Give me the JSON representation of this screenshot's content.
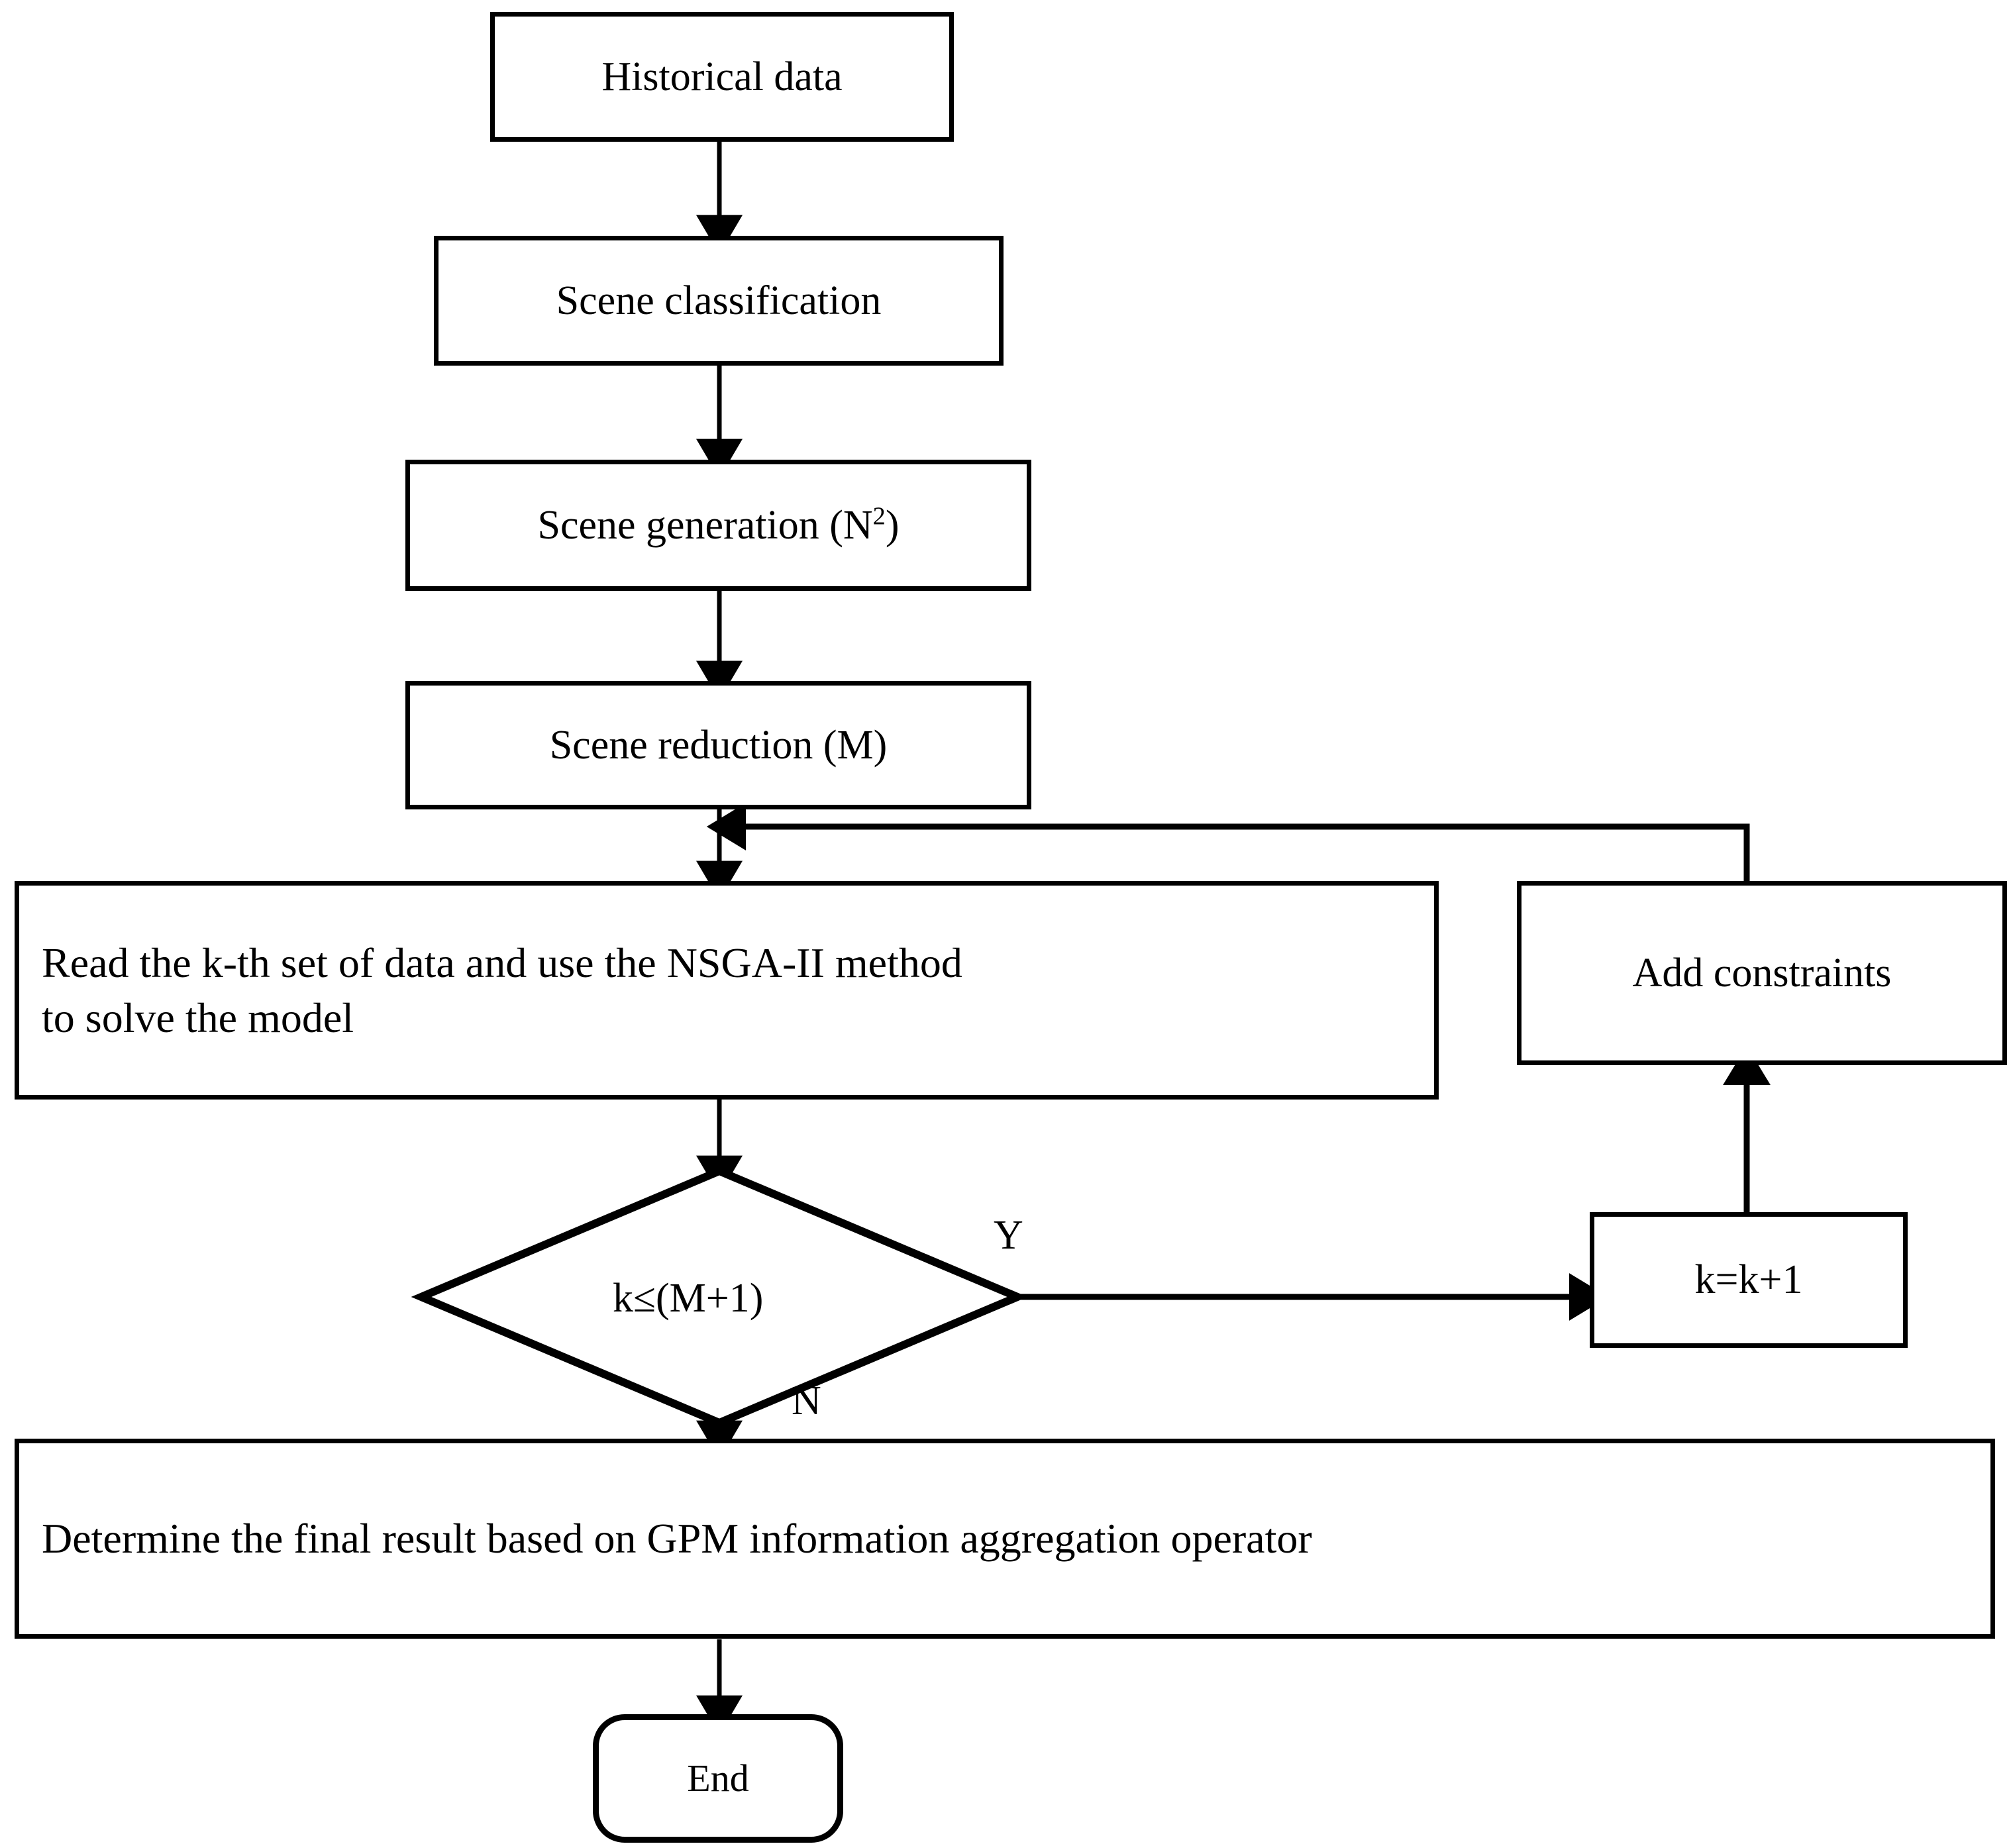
{
  "diagram": {
    "type": "flowchart",
    "title": "Scenario-based NSGA-II optimization flowchart",
    "background_color": "#ffffff",
    "line_color": "#000000",
    "text_color": "#000000"
  },
  "nodes": {
    "historical_data": {
      "label": "Historical data",
      "shape": "rectangle"
    },
    "scene_classification": {
      "label": "Scene classification",
      "shape": "rectangle"
    },
    "scene_generation": {
      "label_prefix": "Scene generation (N",
      "label_sup": "2",
      "label_suffix": ")",
      "shape": "rectangle"
    },
    "scene_reduction": {
      "label": "Scene reduction (M)",
      "shape": "rectangle"
    },
    "read_solve": {
      "label": "Read the k-th set of data and use the NSGA-II method\nto solve the model",
      "shape": "rectangle"
    },
    "add_constraints": {
      "label": "Add constraints",
      "shape": "rectangle"
    },
    "decision": {
      "label": "k≤(M+1)",
      "shape": "diamond"
    },
    "increment": {
      "label": "k=k+1",
      "shape": "rectangle"
    },
    "determine_result": {
      "label": "Determine the final result based on GPM information aggregation operator",
      "shape": "rectangle"
    },
    "end": {
      "label": "End",
      "shape": "rounded-rectangle"
    }
  },
  "edge_labels": {
    "yes": "Y",
    "no": "N"
  }
}
